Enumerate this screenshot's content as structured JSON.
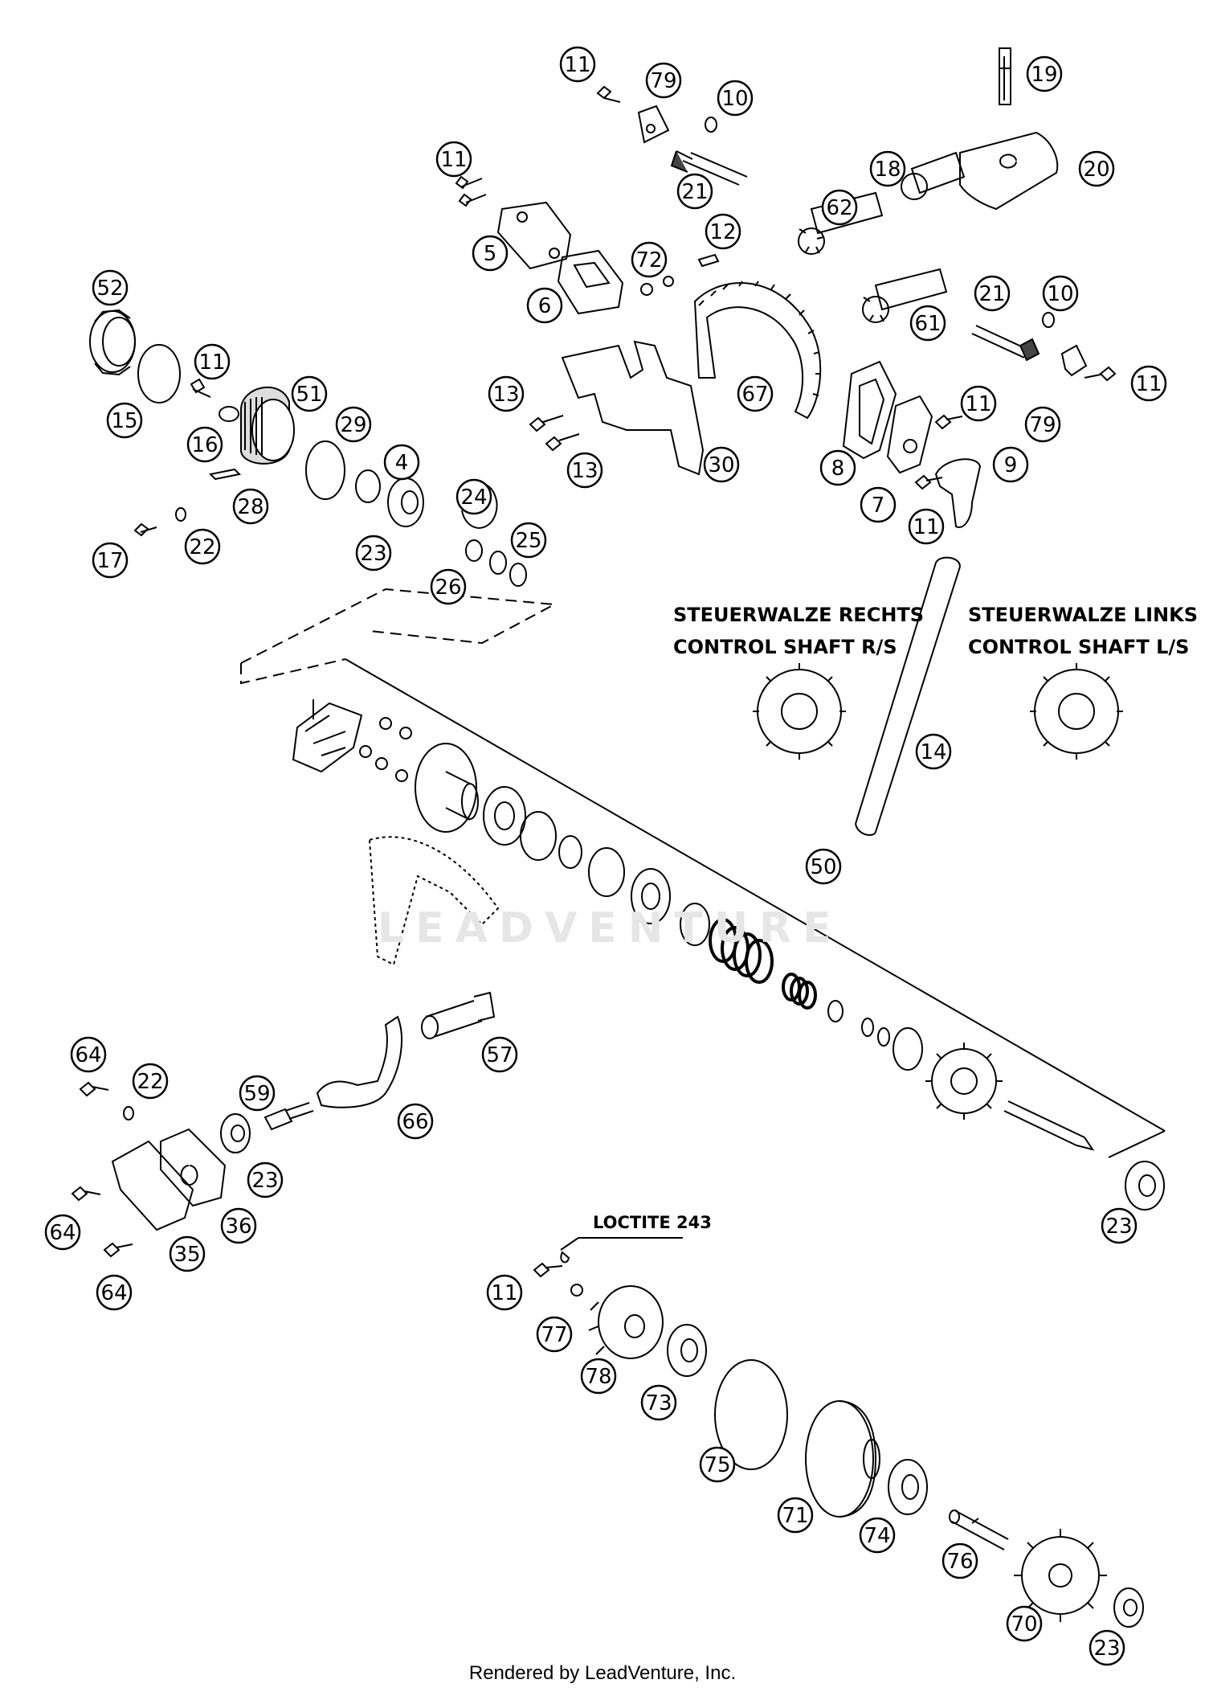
{
  "callouts": [
    {
      "n": "11"
    },
    {
      "n": "79"
    },
    {
      "n": "10"
    },
    {
      "n": "19"
    },
    {
      "n": "11"
    },
    {
      "n": "21"
    },
    {
      "n": "18"
    },
    {
      "n": "20"
    },
    {
      "n": "62"
    },
    {
      "n": "12"
    },
    {
      "n": "5"
    },
    {
      "n": "72"
    },
    {
      "n": "6"
    },
    {
      "n": "52"
    },
    {
      "n": "21"
    },
    {
      "n": "10"
    },
    {
      "n": "61"
    },
    {
      "n": "11"
    },
    {
      "n": "11"
    },
    {
      "n": "51"
    },
    {
      "n": "15"
    },
    {
      "n": "29"
    },
    {
      "n": "13"
    },
    {
      "n": "67"
    },
    {
      "n": "11"
    },
    {
      "n": "79"
    },
    {
      "n": "16"
    },
    {
      "n": "4"
    },
    {
      "n": "28"
    },
    {
      "n": "13"
    },
    {
      "n": "30"
    },
    {
      "n": "8"
    },
    {
      "n": "9"
    },
    {
      "n": "24"
    },
    {
      "n": "7"
    },
    {
      "n": "22"
    },
    {
      "n": "11"
    },
    {
      "n": "17"
    },
    {
      "n": "23"
    },
    {
      "n": "25"
    },
    {
      "n": "26"
    },
    {
      "n": "14"
    },
    {
      "n": "50"
    },
    {
      "n": "64"
    },
    {
      "n": "22"
    },
    {
      "n": "57"
    },
    {
      "n": "59"
    },
    {
      "n": "66"
    },
    {
      "n": "23"
    },
    {
      "n": "64"
    },
    {
      "n": "36"
    },
    {
      "n": "35"
    },
    {
      "n": "23"
    },
    {
      "n": "64"
    },
    {
      "n": "11"
    },
    {
      "n": "77"
    },
    {
      "n": "78"
    },
    {
      "n": "73"
    },
    {
      "n": "75"
    },
    {
      "n": "71"
    },
    {
      "n": "74"
    },
    {
      "n": "76"
    },
    {
      "n": "70"
    },
    {
      "n": "23"
    }
  ],
  "labels": {
    "control_rechts_de": "STEUERWALZE RECHTS",
    "control_rechts_en": "CONTROL SHAFT R/S",
    "control_links_de": "STEUERWALZE LINKS",
    "control_links_en": "CONTROL SHAFT L/S",
    "loctite": "LOCTITE 243"
  },
  "watermark": "LEADVENTURE",
  "footer": "Rendered by LeadVenture, Inc."
}
